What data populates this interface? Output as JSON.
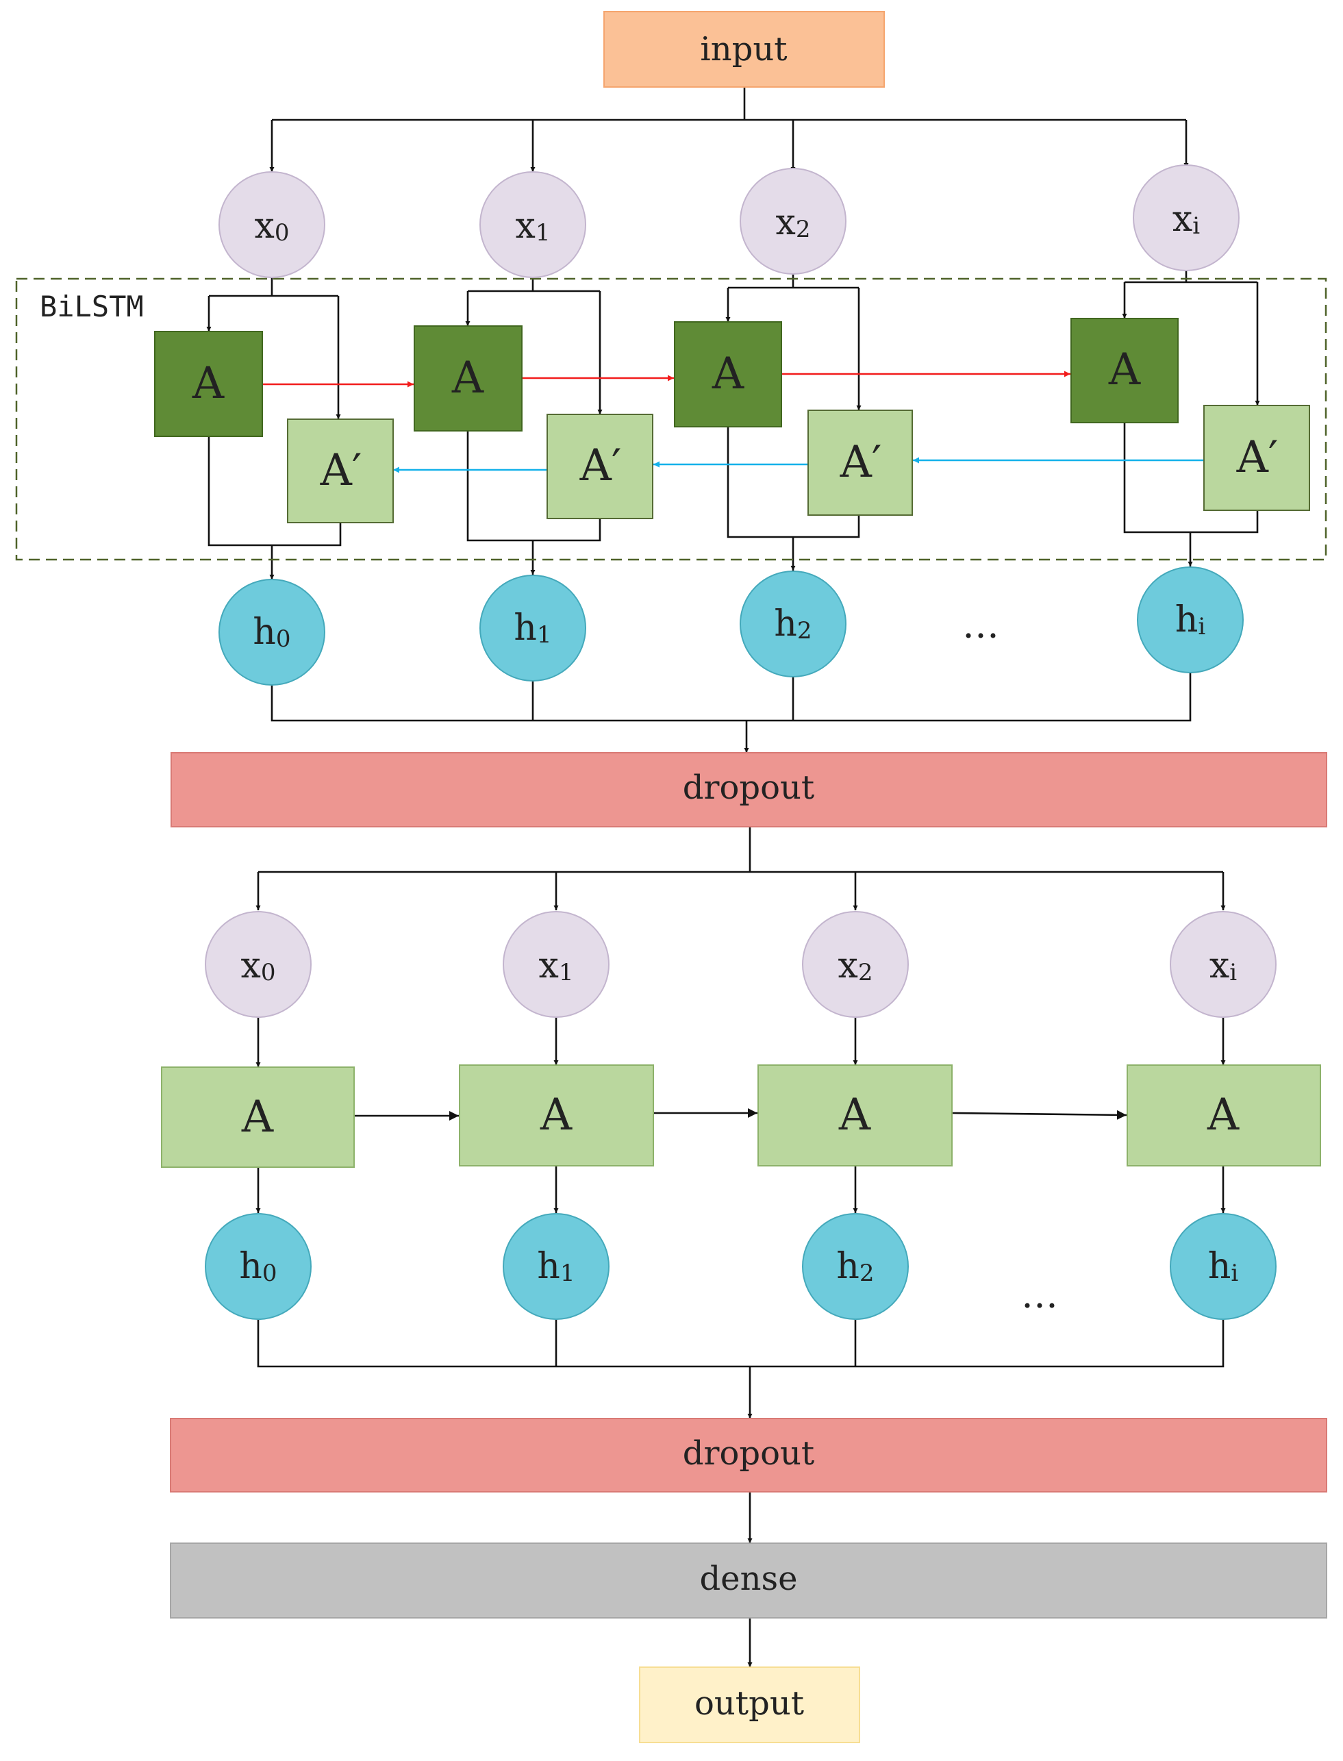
{
  "colors": {
    "input": "#FBC196",
    "dropout": "#ED9691",
    "dense": "#C1C1C1",
    "output": "#FFF1C9",
    "x_node": "#E4DCE9",
    "h_node": "#6ECBDC",
    "cell_dark": "#5F8B36",
    "cell_light": "#BAD79E",
    "forward_arrow": "#F21C1C",
    "backward_arrow": "#14B1EA",
    "frame": "#4F6229"
  },
  "input": {
    "label": "input"
  },
  "output": {
    "label": "output"
  },
  "dense": {
    "label": "dense"
  },
  "dropout_1": {
    "label": "dropout"
  },
  "dropout_2": {
    "label": "dropout"
  },
  "bilstm": {
    "frame_label": "BiLSTM",
    "forward_cell": "A",
    "backward_cell": "A′",
    "inputs": [
      {
        "base": "x",
        "sub": "0"
      },
      {
        "base": "x",
        "sub": "1"
      },
      {
        "base": "x",
        "sub": "2"
      },
      {
        "base": "x",
        "sub": "i"
      }
    ],
    "outputs": [
      {
        "base": "h",
        "sub": "0"
      },
      {
        "base": "h",
        "sub": "1"
      },
      {
        "base": "h",
        "sub": "2"
      },
      {
        "base": "h",
        "sub": "i"
      }
    ],
    "ellipsis": "…"
  },
  "lstm": {
    "cell": "A",
    "inputs": [
      {
        "base": "x",
        "sub": "0"
      },
      {
        "base": "x",
        "sub": "1"
      },
      {
        "base": "x",
        "sub": "2"
      },
      {
        "base": "x",
        "sub": "i"
      }
    ],
    "outputs": [
      {
        "base": "h",
        "sub": "0"
      },
      {
        "base": "h",
        "sub": "1"
      },
      {
        "base": "h",
        "sub": "2"
      },
      {
        "base": "h",
        "sub": "i"
      }
    ],
    "ellipsis": "…"
  }
}
